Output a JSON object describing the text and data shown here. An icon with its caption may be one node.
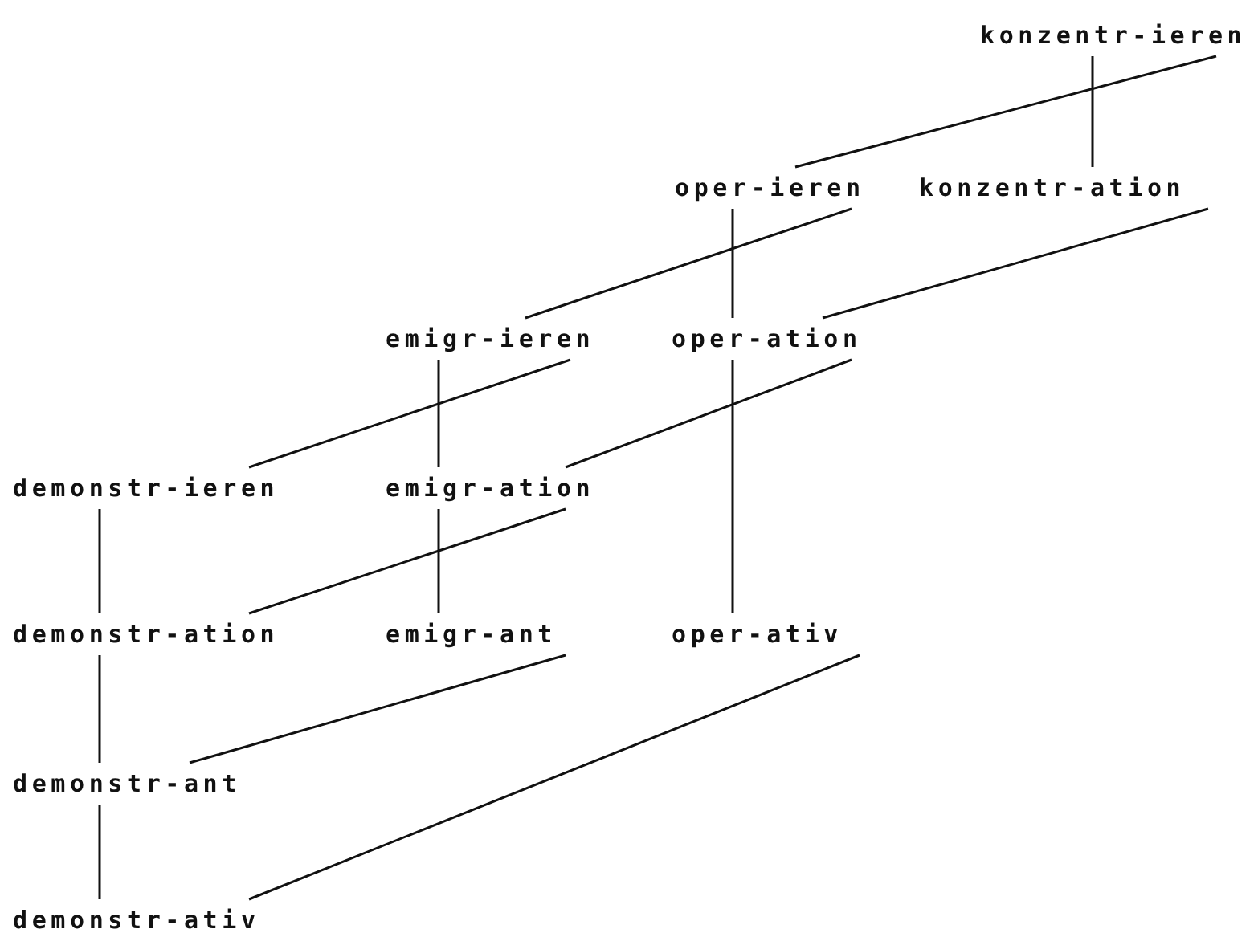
{
  "diagram": {
    "nodes": [
      {
        "text": [
          "konzentr-ieren"
        ]
      },
      {
        "text": [
          "oper-ieren"
        ]
      },
      {
        "text": [
          "konzentr-ation"
        ]
      },
      {
        "text": [
          "emigr-ieren"
        ]
      },
      {
        "text": [
          "oper-ation"
        ]
      },
      {
        "text": [
          "demonstr-ieren"
        ]
      },
      {
        "text": [
          "emigr-ation"
        ]
      },
      {
        "text": [
          "demonstr-ation"
        ]
      },
      {
        "text": [
          "emigr-ant"
        ]
      },
      {
        "text": [
          "oper-ativ"
        ]
      },
      {
        "text": [
          "demonstr-ant"
        ]
      },
      {
        "text": [
          "demonstr-ativ"
        ]
      }
    ],
    "edges": [
      {
        "from": 0,
        "to": 1,
        "arrow": "none"
      },
      {
        "from": 0,
        "to": 2,
        "arrow": "none"
      },
      {
        "from": 1,
        "to": 3,
        "arrow": "none"
      },
      {
        "from": 1,
        "to": 4,
        "arrow": "none"
      },
      {
        "from": 2,
        "to": 4,
        "arrow": "none"
      },
      {
        "from": 3,
        "to": 5,
        "arrow": "none"
      },
      {
        "from": 3,
        "to": 6,
        "arrow": "none"
      },
      {
        "from": 4,
        "to": 6,
        "arrow": "none"
      },
      {
        "from": 4,
        "to": 9,
        "arrow": "none"
      },
      {
        "from": 5,
        "to": 7,
        "arrow": "none"
      },
      {
        "from": 6,
        "to": 7,
        "arrow": "none"
      },
      {
        "from": 6,
        "to": 8,
        "arrow": "none"
      },
      {
        "from": 7,
        "to": 10,
        "arrow": "none"
      },
      {
        "from": 8,
        "to": 10,
        "arrow": "none"
      },
      {
        "from": 10,
        "to": 11,
        "arrow": "none"
      },
      {
        "from": 9,
        "to": 11,
        "arrow": "none"
      }
    ]
  }
}
